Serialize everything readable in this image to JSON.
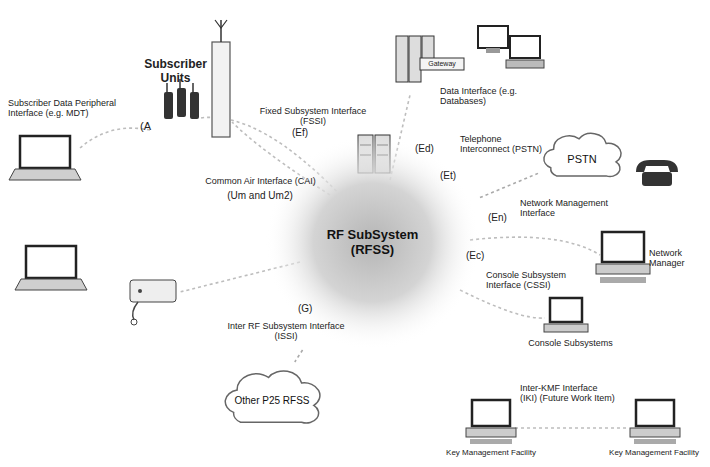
{
  "diagram": {
    "nodes": [
      {
        "text": [
          "RF SubSystem (RFSS)"
        ]
      },
      {
        "text": [
          "PSTN"
        ]
      },
      {
        "text": [
          "Other P25 RFSS"
        ]
      }
    ],
    "edges": [
      {
        "from": 0,
        "to": 1,
        "arrow": "none"
      },
      {
        "from": 0,
        "to": 2,
        "arrow": "none"
      }
    ],
    "labels": [
      "Subscriber Units",
      "Subscriber Data Peripheral Interface (e.g. MDT)",
      "(A",
      "Common Air Interface (CAI)",
      "(Um and Um2)",
      "Fixed Subsystem Interface (FSSI)",
      "(Ef)",
      "(Ed)",
      "Data Interface (e.g. Databases)",
      "Gateway",
      "Telephone Interconnect (PSTN)",
      "(Et)",
      "(En)",
      "Network Management Interface",
      "Network Manager",
      "(Ec)",
      "Console Subsystem Interface (CSSI)",
      "Console Subsystems",
      "(G)",
      "Inter RF Subsystem Interface (ISSI)",
      "Inter-KMF Interface (IKI) (Future Work Item)",
      "Key Management Facility",
      "Key Management Facility"
    ]
  }
}
